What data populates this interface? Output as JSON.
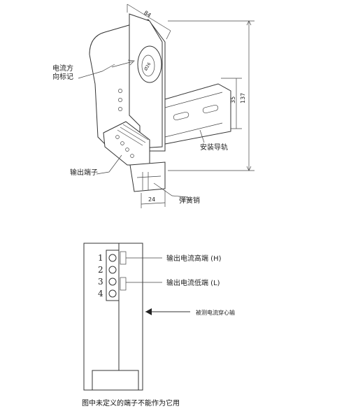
{
  "top_diagram": {
    "dim_width": "84",
    "dim_hole": "Ø26",
    "dim_rail": "35",
    "dim_height": "137",
    "dim_bottom": "24",
    "label_direction_line1": "电流方",
    "label_direction_line2": "向标记",
    "label_rail": "安装导轨",
    "label_terminal": "输出端子",
    "label_spring": "弹簧销"
  },
  "bottom_diagram": {
    "pin_numbers": [
      "1",
      "2",
      "3",
      "4"
    ],
    "label_high": "输出电流高端 (H)",
    "label_low": "输出电流低端 (L)",
    "label_wire": "被测电流穿心输",
    "caption": "图中未定义的端子不能作为它用"
  }
}
